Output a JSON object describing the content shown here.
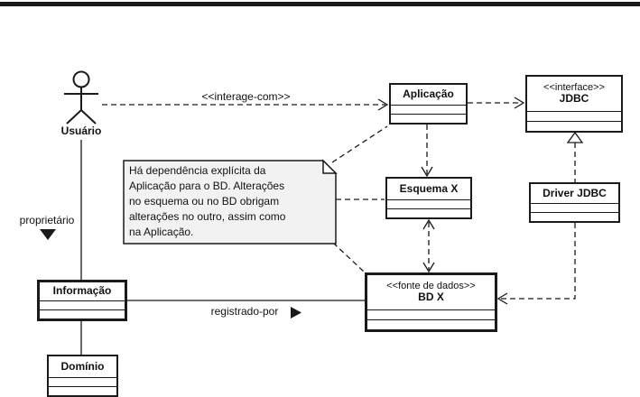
{
  "diagram": {
    "actor": {
      "label": "Usuário"
    },
    "classes": {
      "aplicacao": {
        "name": "Aplicação"
      },
      "jdbc_interface": {
        "stereotype": "<<interface>>",
        "name": "JDBC"
      },
      "esquema_x": {
        "name": "Esquema X"
      },
      "driver_jdbc": {
        "name": "Driver JDBC"
      },
      "bd_x": {
        "stereotype": "<<fonte de dados>>",
        "name": "BD X"
      },
      "informacao": {
        "name": "Informação"
      },
      "dominio": {
        "name": "Domínio"
      }
    },
    "labels": {
      "interage_com": "<<interage-com>>",
      "proprietario": "proprietário",
      "registrado_por": "registrado-por"
    },
    "note": {
      "text": "Há dependência explícita da\nAplicação para o BD. Alterações\nno esquema ou no BD obrigam\nalterações no outro, assim como\nna Aplicação."
    },
    "colors": {
      "stroke": "#1a1a1a",
      "note_fill": "#f2f2f2",
      "box_fill": "#ffffff",
      "background": "#ffffff"
    }
  }
}
